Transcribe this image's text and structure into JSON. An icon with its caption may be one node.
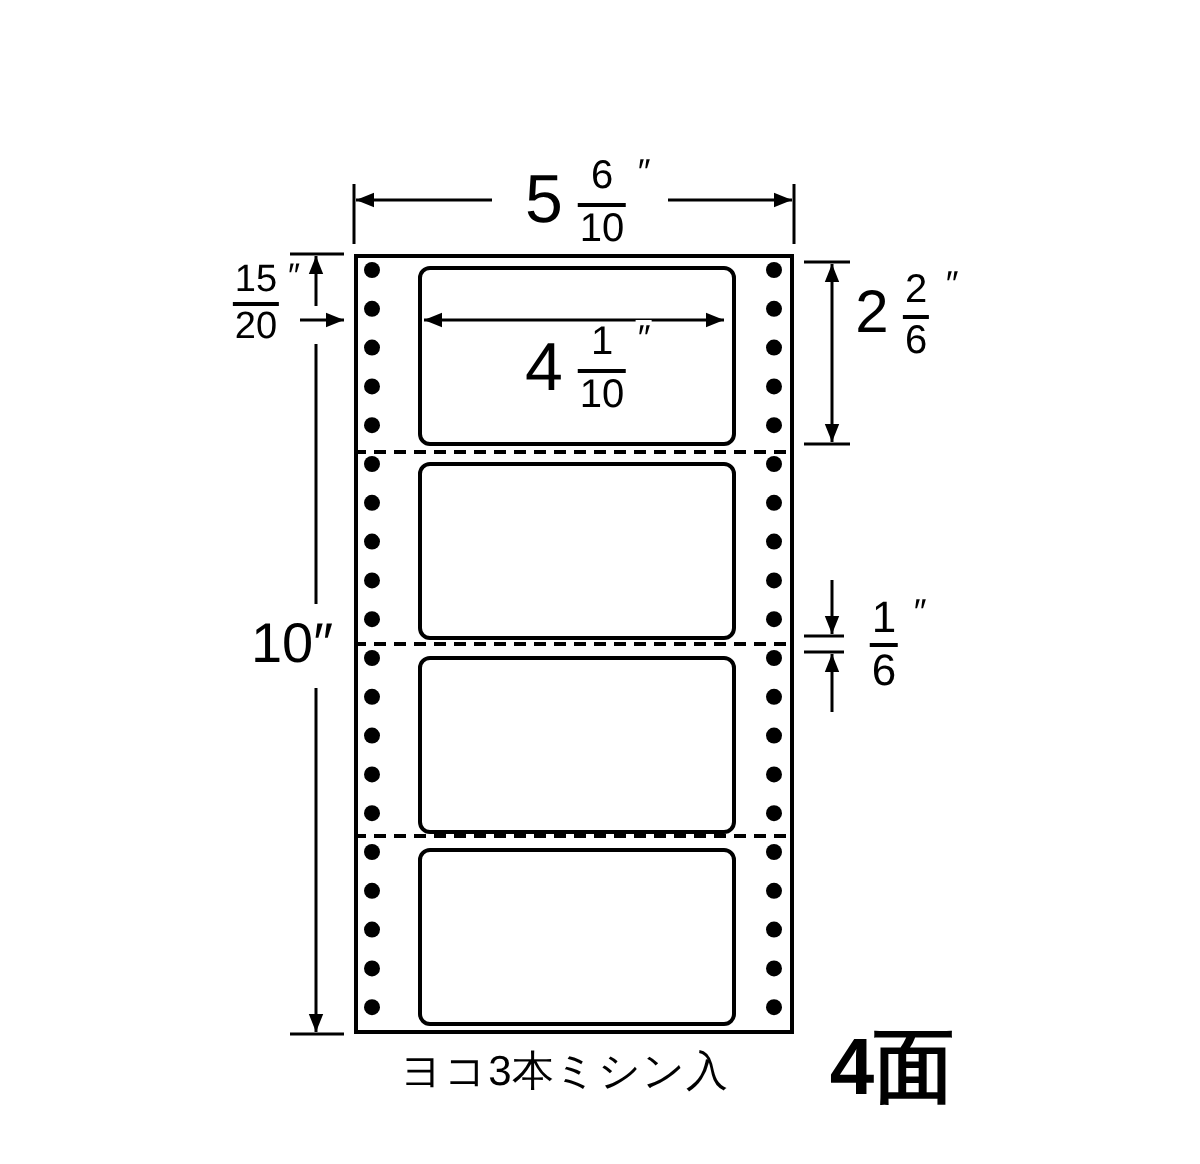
{
  "diagram": {
    "nodes": [
      {
        "text": [],
        "shape": "box",
        "beside": [
          "ヨコ3本ミシン入",
          "4面"
        ]
      },
      {
        "text": [],
        "shape": "box",
        "in": 0
      },
      {
        "text": [],
        "shape": "box",
        "in": 0
      },
      {
        "text": [],
        "shape": "box",
        "in": 0
      },
      {
        "text": [],
        "shape": "box",
        "in": 0
      }
    ],
    "labels": [
      "5",
      "6",
      "″",
      "10",
      "15",
      "″",
      "20",
      "4",
      "1",
      "″",
      "10",
      "2",
      "2",
      "″",
      "6",
      "10″",
      "1",
      "″",
      "6"
    ]
  }
}
